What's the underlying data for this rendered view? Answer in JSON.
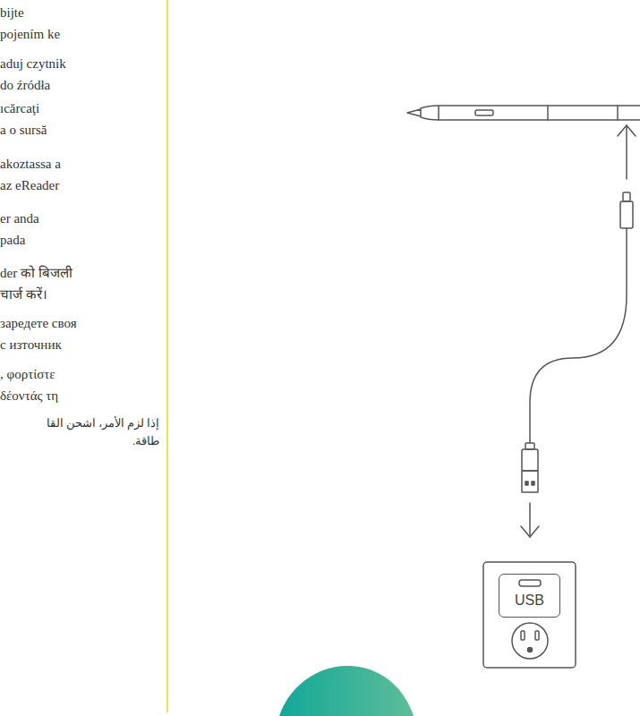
{
  "diagram": {
    "nodes": [
      {
        "text": [
          "USB"
        ]
      }
    ],
    "labels": [
      "bijte pojením ke",
      "aduj czytnik do źródła",
      "ıcărcaţi a o sursă",
      "akoztassa a az eReader",
      "er anda pada",
      "der को बिजली चार्ज करें।",
      "зaредете своя с източник",
      ", φορτίστε δέοντάς τη",
      "إذا لزم الأمر، اشحن القا طاقة."
    ]
  }
}
